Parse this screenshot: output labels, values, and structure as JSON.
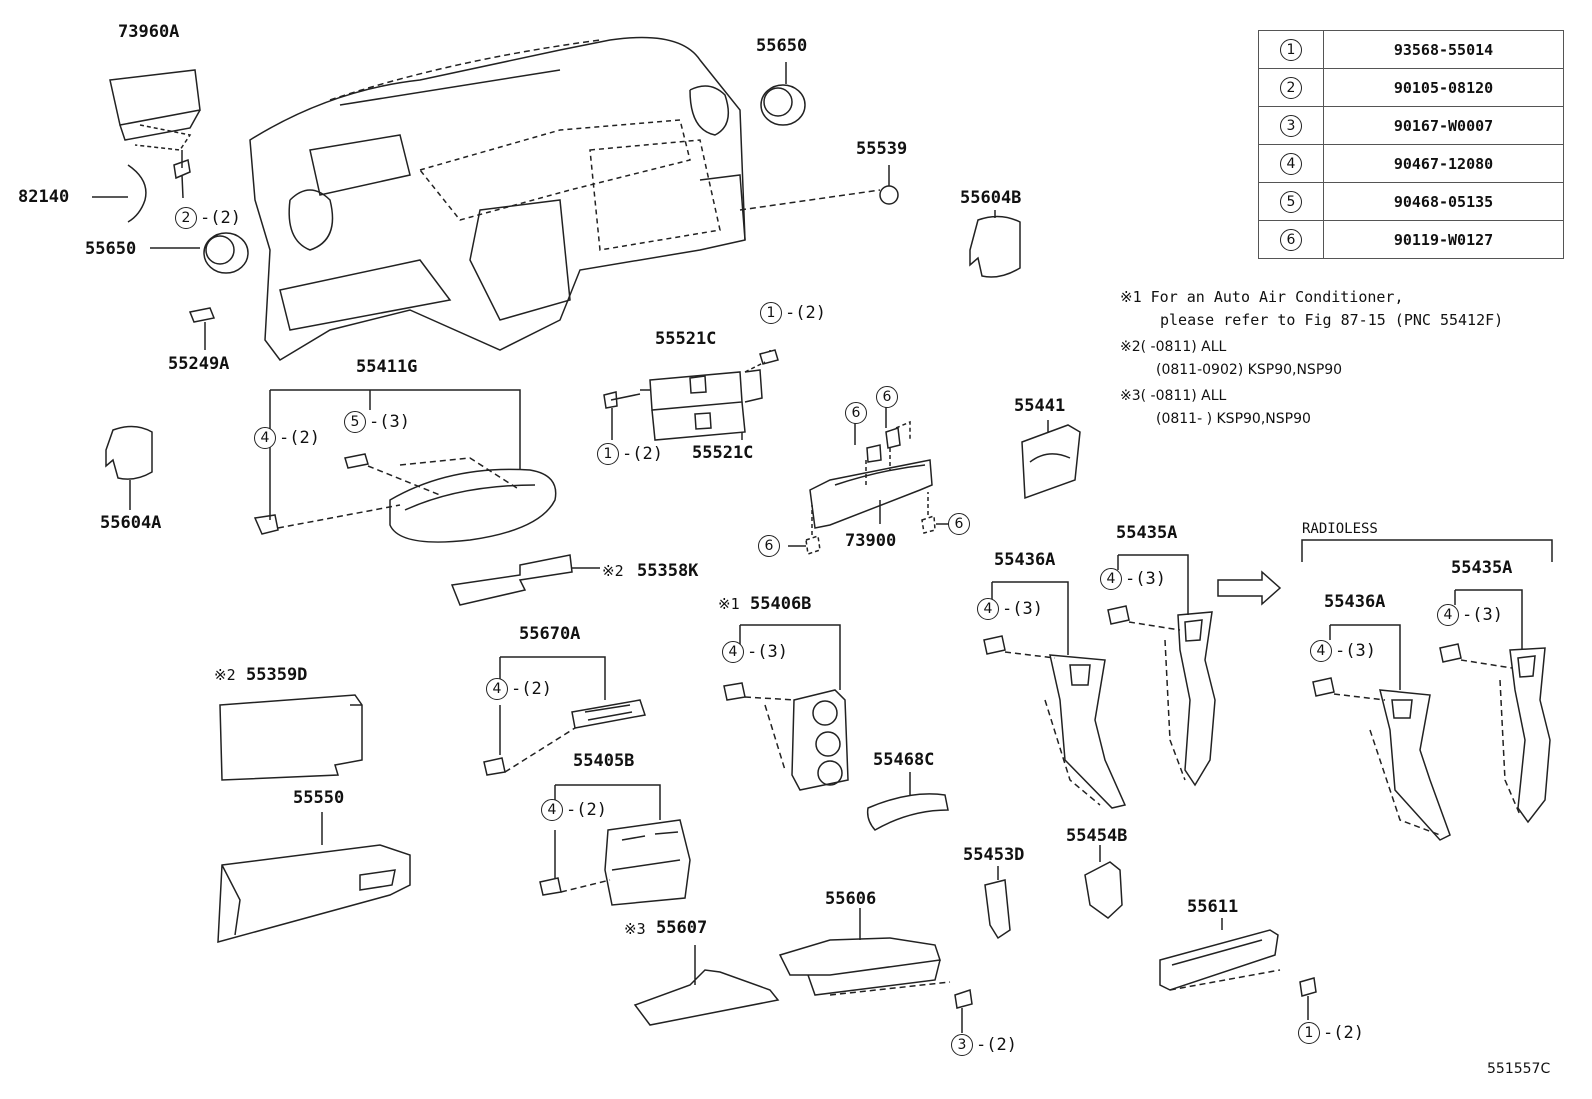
{
  "parts": {
    "p73960A": "73960A",
    "p55650_top": "55650",
    "p55539": "55539",
    "p55604B": "55604B",
    "p82140": "82140",
    "p55650_left": "55650",
    "p55249A": "55249A",
    "p55411G": "55411G",
    "p55521C_top": "55521C",
    "p55521C_bot": "55521C",
    "p55441": "55441",
    "p55604A": "55604A",
    "p73900": "73900",
    "p55358K": "55358K",
    "p55406B": "55406B",
    "p55436A_l": "55436A",
    "p55435A_l": "55435A",
    "p55436A_r": "55436A",
    "p55435A_r": "55435A",
    "p55670A": "55670A",
    "p55359D": "55359D",
    "p55405B": "55405B",
    "p55468C": "55468C",
    "p55550": "55550",
    "p55453D": "55453D",
    "p55454B": "55454B",
    "p55606": "55606",
    "p55611": "55611",
    "p55607": "55607"
  },
  "marks": {
    "m2_55358K": "※2",
    "m1_55406B": "※1",
    "m2_55359D": "※2",
    "m3_55607": "※3"
  },
  "refs": [
    {
      "n": "2",
      "q": "-(2)"
    },
    {
      "n": "1",
      "q": "-(2)"
    },
    {
      "n": "4",
      "q": "-(2)"
    },
    {
      "n": "5",
      "q": "-(3)"
    },
    {
      "n": "1",
      "q": "-(2)"
    },
    {
      "n": "6",
      "q": ""
    },
    {
      "n": "6",
      "q": ""
    },
    {
      "n": "6",
      "q": ""
    },
    {
      "n": "6",
      "q": ""
    },
    {
      "n": "4",
      "q": "-(3)"
    },
    {
      "n": "4",
      "q": "-(3)"
    },
    {
      "n": "4",
      "q": "-(3)"
    },
    {
      "n": "4",
      "q": "-(3)"
    },
    {
      "n": "4",
      "q": "-(3)"
    },
    {
      "n": "4",
      "q": "-(2)"
    },
    {
      "n": "4",
      "q": "-(2)"
    },
    {
      "n": "3",
      "q": "-(2)"
    },
    {
      "n": "1",
      "q": "-(2)"
    }
  ],
  "fastener_table": [
    {
      "index": "1",
      "part_no": "93568-55014"
    },
    {
      "index": "2",
      "part_no": "90105-08120"
    },
    {
      "index": "3",
      "part_no": "90167-W0007"
    },
    {
      "index": "4",
      "part_no": "90467-12080"
    },
    {
      "index": "5",
      "part_no": "90468-05135"
    },
    {
      "index": "6",
      "part_no": "90119-W0127"
    }
  ],
  "notes": {
    "n1_line1": "※1 For an Auto Air Conditioner,",
    "n1_line2": "please refer to Fig 87-15 (PNC 55412F)",
    "n2_line1": "※2(    -0811) ALL",
    "n2_line2": "(0811-0902) KSP90,NSP90",
    "n3_line1": "※3(    -0811) ALL",
    "n3_line2": "(0811-    ) KSP90,NSP90"
  },
  "radioless_label": "RADIOLESS",
  "figure_id": "551557C"
}
